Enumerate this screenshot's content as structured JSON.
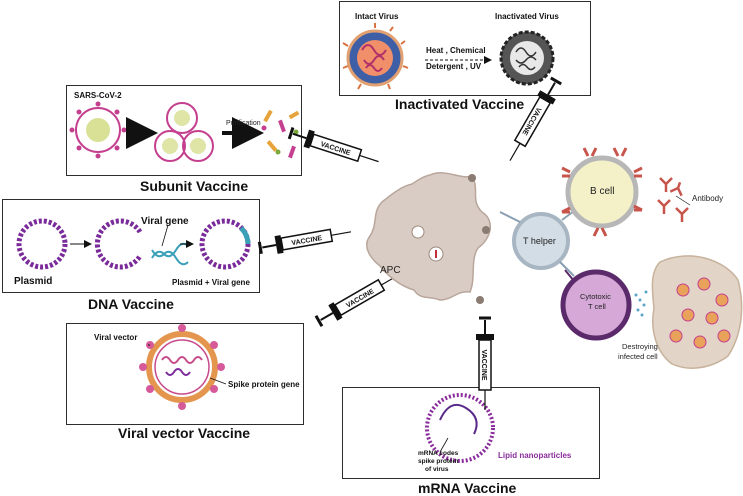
{
  "inactivated": {
    "title": "Inactivated Vaccine",
    "intact_label": "Intact Virus",
    "inactivated_label": "Inactivated Virus",
    "process_top": "Heat , Chemical",
    "process_bottom": "Detergent , UV"
  },
  "subunit": {
    "title": "Subunit Vaccine",
    "virus_label": "SARS-CoV-2",
    "purification_label": "Purification"
  },
  "dna": {
    "title": "DNA Vaccine",
    "viral_gene_label": "Viral gene",
    "plasmid_label": "Plasmid",
    "combined_label": "Plasmid + Viral gene"
  },
  "viral_vector": {
    "title": "Viral vector Vaccine",
    "vector_label": "Viral vector",
    "spike_label": "Spike protein gene"
  },
  "mrna": {
    "title": "mRNA Vaccine",
    "codes_label_1": "mRNA codes",
    "codes_label_2": "spike protein",
    "codes_label_3": "of virus",
    "lipid_label": "Lipid nanoparticles"
  },
  "immune": {
    "apc_label": "APC",
    "b_cell_label": "B cell",
    "antibody_label": "Antibody",
    "t_helper_label": "T helper",
    "cytotoxic_label_1": "Cytotoxic",
    "cytotoxic_label_2": "T cell",
    "destroying_label_1": "Destroying",
    "destroying_label_2": "infected cell"
  },
  "syringe_label": "VACCINE",
  "colors": {
    "membrane": "#c53f8f",
    "dna_purple": "#7a2a9a",
    "dna_teal": "#3aa0b8",
    "apc_fill": "#d9ccc4",
    "b_cell_fill": "#f4f0c8",
    "t_helper_fill": "#d3dde6",
    "cytotoxic_fill": "#d6a8d8",
    "infected_fill": "#e2d4c6",
    "receptor": "#c8554c",
    "spike": "#d65a9a",
    "lipid": "#8a2c9c"
  }
}
